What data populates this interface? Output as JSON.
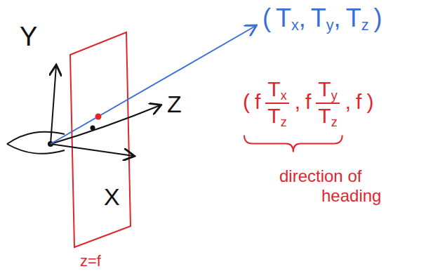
{
  "diagram": {
    "labels": [
      "Y",
      "Z",
      "X",
      "z=f",
      "(",
      "T",
      "x",
      ",",
      "T",
      "y",
      ",",
      "T",
      "z",
      ")",
      "(",
      "f",
      "T",
      "x",
      "T",
      "z",
      ",",
      "f",
      "T",
      "y",
      "T",
      "z",
      ",",
      "f",
      ")",
      "direction of",
      "heading"
    ]
  }
}
